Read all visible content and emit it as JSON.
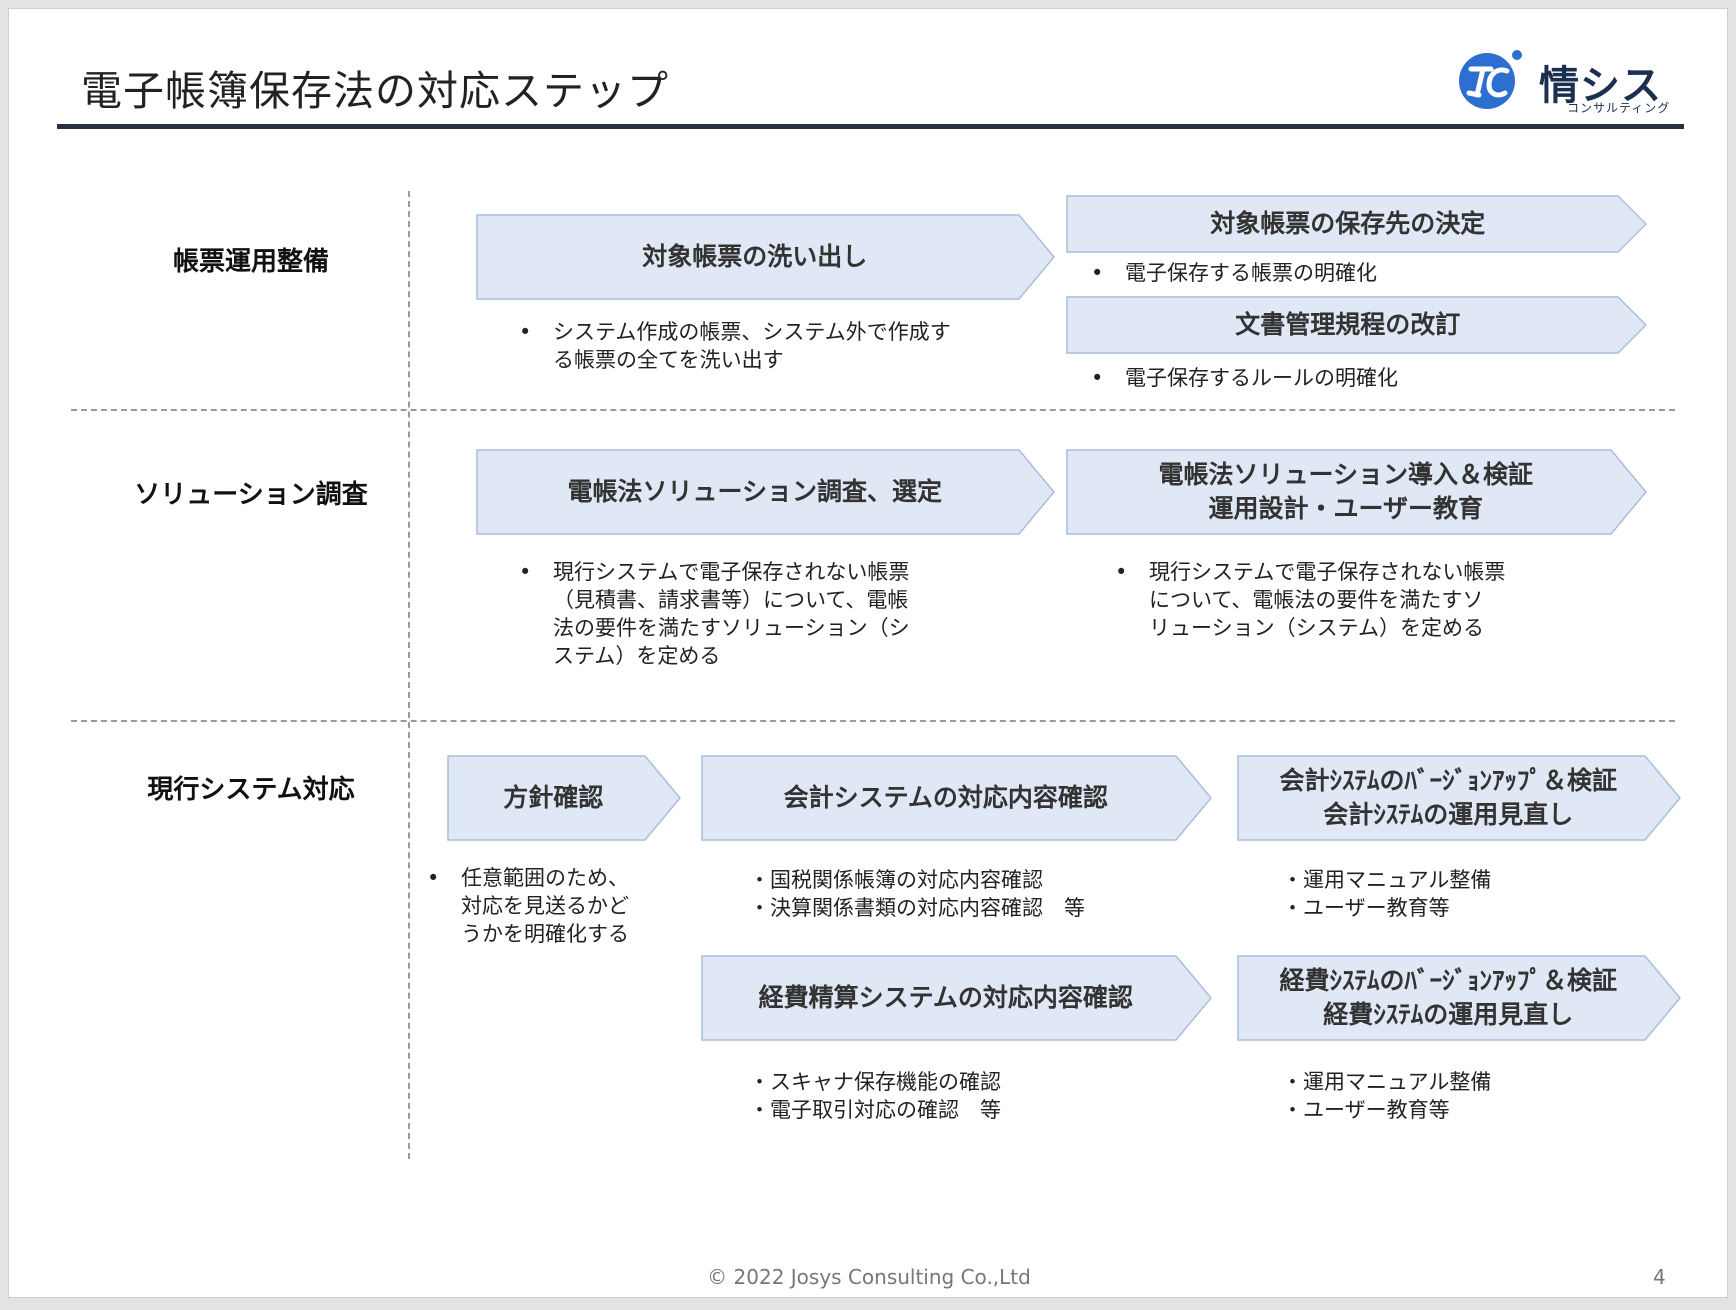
{
  "title": "電子帳簿保存法の対応ステップ",
  "logo": {
    "name": "情シス",
    "sub": "コンサルティング",
    "mark": "JC"
  },
  "colors": {
    "arrow_fill": "#dfe8f4",
    "arrow_stroke": "#a9bedc",
    "rule": "#2a3142",
    "logo_blue": "#2d6fd1"
  },
  "rows": {
    "r1": {
      "label": "帳票運用整備"
    },
    "r2": {
      "label": "ソリューション調査"
    },
    "r3": {
      "label": "現行システム対応"
    }
  },
  "steps": {
    "s1": {
      "lines": [
        "対象帳票の洗い出し"
      ],
      "bullets": [
        "システム作成の帳票、システム外で作成す",
        "る帳票の全てを洗い出す"
      ]
    },
    "s2": {
      "lines": [
        "対象帳票の保存先の決定"
      ],
      "bullets": [
        "電子保存する帳票の明確化"
      ]
    },
    "s3": {
      "lines": [
        "文書管理規程の改訂"
      ],
      "bullets": [
        "電子保存するルールの明確化"
      ]
    },
    "s4": {
      "lines": [
        "電帳法ソリューション調査、選定"
      ],
      "bullets": [
        "現行システムで電子保存されない帳票",
        "（見積書、請求書等）について、電帳",
        "法の要件を満たすソリューション（シ",
        "ステム）を定める"
      ]
    },
    "s5": {
      "lines": [
        "電帳法ソリューション導入＆検証",
        "運用設計・ユーザー教育"
      ],
      "bullets": [
        "現行システムで電子保存されない帳票",
        "について、電帳法の要件を満たすソ",
        "リューション（システム）を定める"
      ]
    },
    "s6": {
      "lines": [
        "方針確認"
      ],
      "bullets": [
        "任意範囲のため、",
        "対応を見送るかど",
        "うかを明確化する"
      ]
    },
    "s7": {
      "lines": [
        "会計システムの対応内容確認"
      ],
      "bullets": [
        "・国税関係帳簿の対応内容確認",
        "・決算関係書類の対応内容確認　等"
      ]
    },
    "s8": {
      "lines": [
        "会計ｼｽﾃﾑのﾊﾞｰｼﾞｮﾝｱｯﾌﾟ＆検証",
        "会計ｼｽﾃﾑの運用見直し"
      ],
      "bullets": [
        "・運用マニュアル整備",
        "・ユーザー教育等"
      ]
    },
    "s9": {
      "lines": [
        "経費精算システムの対応内容確認"
      ],
      "bullets": [
        "・スキャナ保存機能の確認",
        "・電子取引対応の確認　等"
      ]
    },
    "s10": {
      "lines": [
        "経費ｼｽﾃﾑのﾊﾞｰｼﾞｮﾝｱｯﾌﾟ＆検証",
        "経費ｼｽﾃﾑの運用見直し"
      ],
      "bullets": [
        "・運用マニュアル整備",
        "・ユーザー教育等"
      ]
    }
  },
  "footer": {
    "copyright": "© 2022 Josys Consulting Co.,Ltd",
    "page": "4"
  }
}
